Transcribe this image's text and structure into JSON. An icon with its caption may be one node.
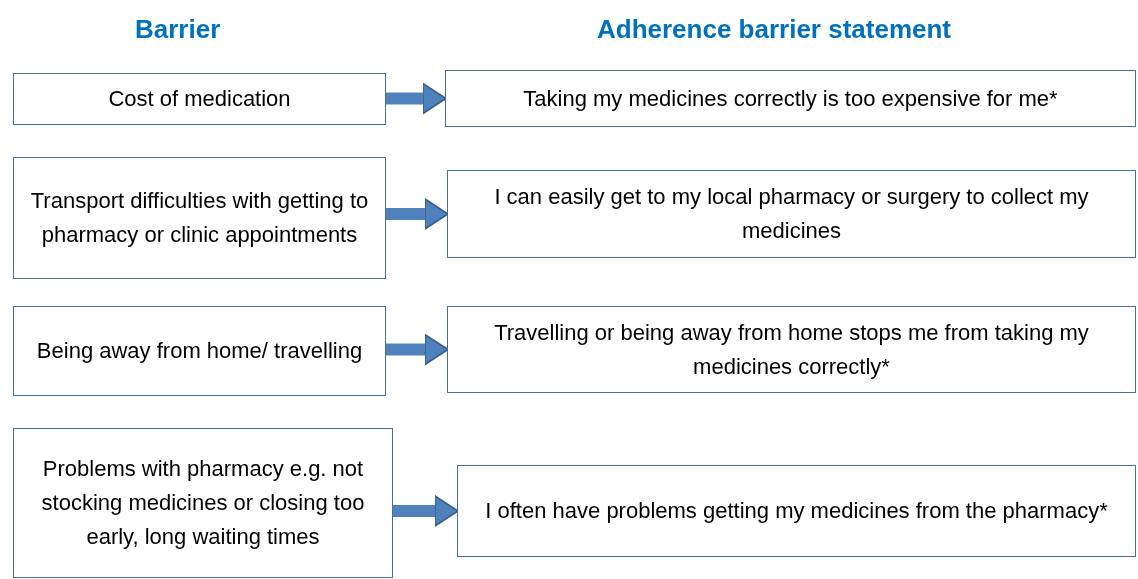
{
  "diagram": {
    "nodes": [
      {
        "text": [
          "Cost of medication"
        ]
      },
      {
        "text": [
          "Taking my medicines correctly is too expensive for me*"
        ]
      },
      {
        "text": [
          "Transport difficulties with getting to pharmacy or clinic appointments"
        ]
      },
      {
        "text": [
          "I can easily get to my local pharmacy or surgery to collect my medicines"
        ]
      },
      {
        "text": [
          "Being away from home/ travelling"
        ]
      },
      {
        "text": [
          "Travelling or being away from home stops me from taking my medicines correctly*"
        ]
      },
      {
        "text": [
          "Problems with pharmacy e.g. not stocking medicines or closing too early, long waiting times"
        ]
      },
      {
        "text": [
          "I often have problems getting my medicines from the pharmacy*"
        ]
      }
    ],
    "edges": [
      {
        "from": 0,
        "to": 1,
        "arrow": "to"
      },
      {
        "from": 2,
        "to": 3,
        "arrow": "to"
      },
      {
        "from": 4,
        "to": 5,
        "arrow": "to"
      },
      {
        "from": 6,
        "to": 7,
        "arrow": "to"
      }
    ],
    "labels": [
      "Barrier",
      "Adherence barrier statement"
    ]
  }
}
